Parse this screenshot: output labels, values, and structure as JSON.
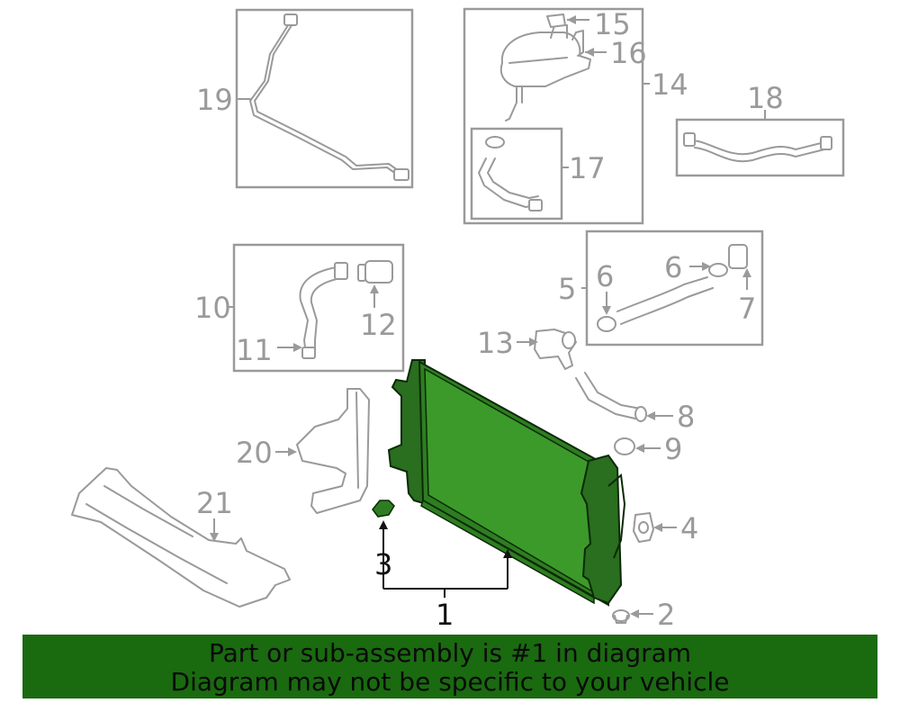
{
  "callouts": {
    "c1": "1",
    "c2": "2",
    "c3": "3",
    "c4": "4",
    "c5": "5",
    "c6a": "6",
    "c6b": "6",
    "c7": "7",
    "c8": "8",
    "c9": "9",
    "c10": "10",
    "c11": "11",
    "c12": "12",
    "c13": "13",
    "c14": "14",
    "c15": "15",
    "c16": "16",
    "c17": "17",
    "c18": "18",
    "c19": "19",
    "c20": "20",
    "c21": "21"
  },
  "banner": {
    "line1": "Part or sub-assembly is #1 in diagram",
    "line2": "Diagram may not be specific to your vehicle",
    "background": "#1a6a10"
  },
  "colors": {
    "highlight": "#2f7d22",
    "line_art": "#9a9a9a"
  }
}
